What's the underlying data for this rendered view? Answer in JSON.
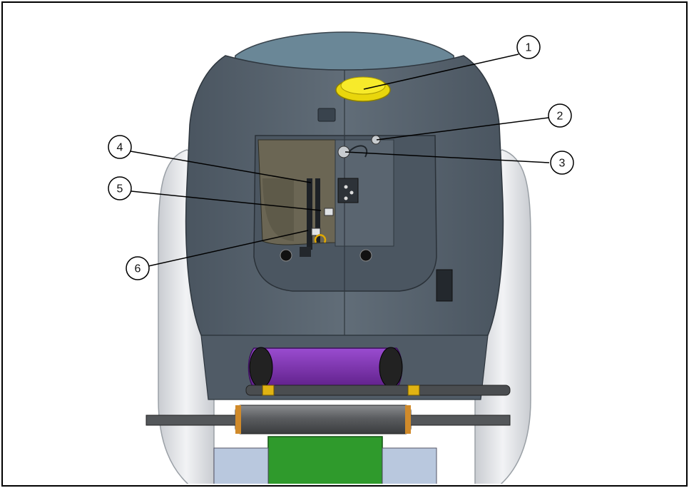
{
  "diagram": {
    "callouts": [
      {
        "id": "callout-1",
        "number": "1"
      },
      {
        "id": "callout-2",
        "number": "2"
      },
      {
        "id": "callout-3",
        "number": "3"
      },
      {
        "id": "callout-4",
        "number": "4"
      },
      {
        "id": "callout-5",
        "number": "5"
      },
      {
        "id": "callout-6",
        "number": "6"
      }
    ],
    "colors": {
      "cowling": "#56626d",
      "cowling_dark": "#3f4a55",
      "side_panel": "#e4e6e9",
      "tank_bay": "#6b6654",
      "cap": "#f2e00a",
      "gearcase": "#7a2ea8",
      "bracket": "#2f9a2c",
      "steering_cylinder": "#5b5d60",
      "fittings": "#e0b313",
      "mount": "#b9c8de",
      "border": "#000000"
    }
  }
}
